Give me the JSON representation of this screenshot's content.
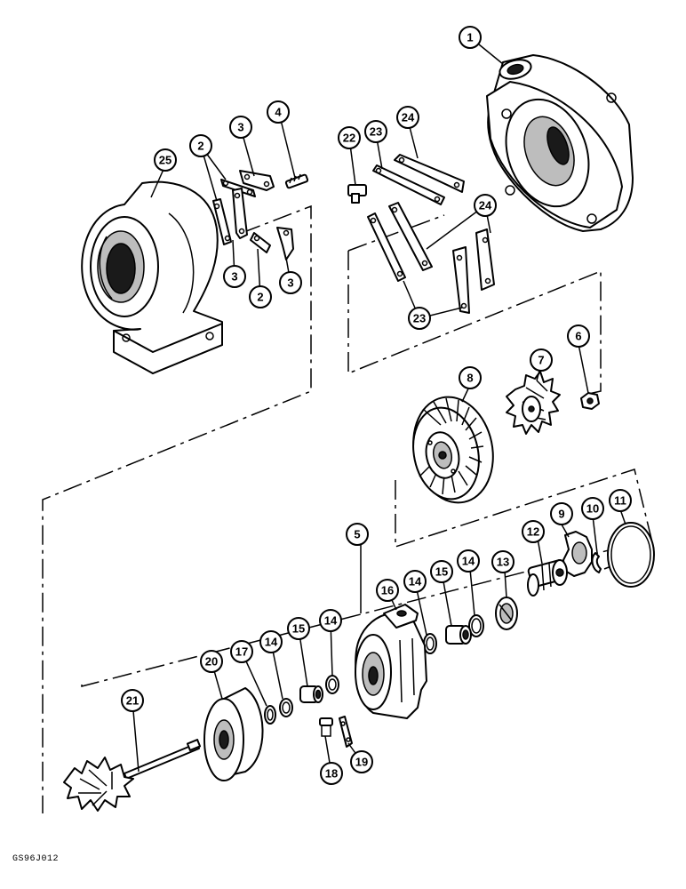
{
  "figure_code": "GS96J012",
  "callouts": {
    "c1": "1",
    "c2a": "2",
    "c2b": "2",
    "c3a": "3",
    "c3b": "3",
    "c3c": "3",
    "c4": "4",
    "c5": "5",
    "c6": "6",
    "c7": "7",
    "c8": "8",
    "c9": "9",
    "c10": "10",
    "c11": "11",
    "c12": "12",
    "c13": "13",
    "c14a": "14",
    "c14b": "14",
    "c14c": "14",
    "c14d": "14",
    "c15a": "15",
    "c15b": "15",
    "c16": "16",
    "c17": "17",
    "c18": "18",
    "c19": "19",
    "c20": "20",
    "c21": "21",
    "c22": "22",
    "c23a": "23",
    "c23b": "23",
    "c24a": "24",
    "c24b": "24",
    "c25": "25"
  }
}
